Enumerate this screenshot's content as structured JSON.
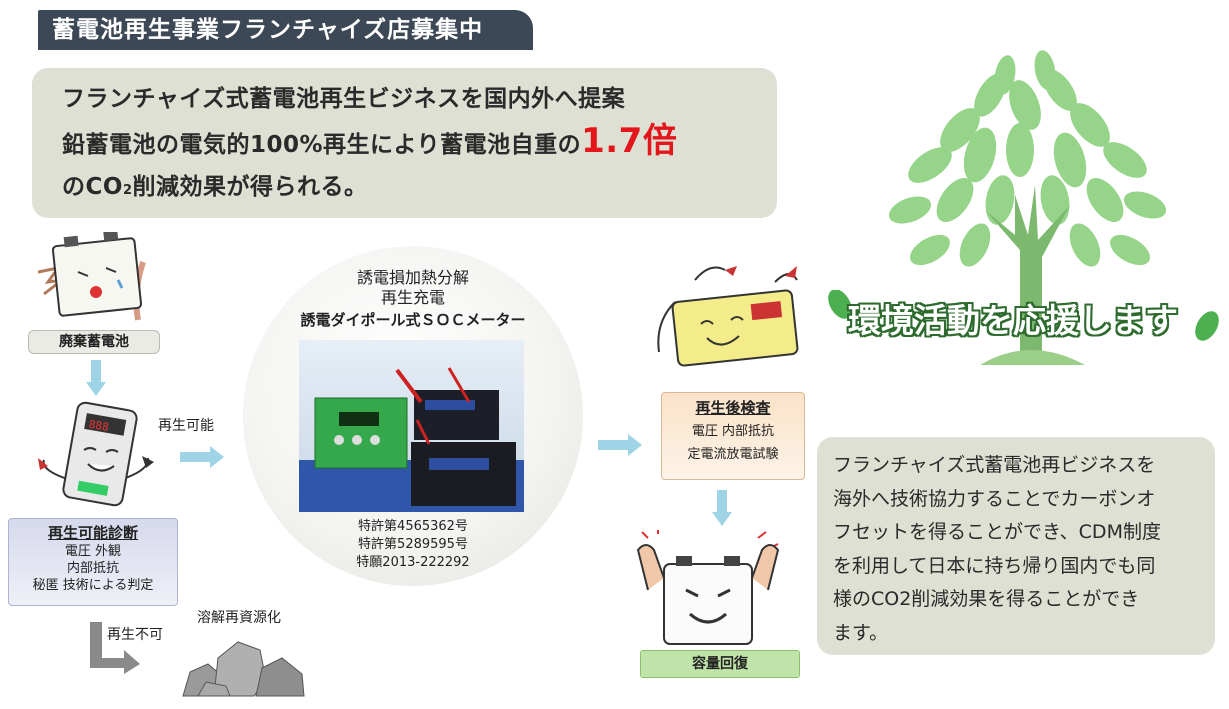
{
  "header": {
    "title": "蓄電池再生事業フランチャイズ店募集中"
  },
  "intro": {
    "line1": "フランチャイズ式蓄電池再生ビジネスを国内外へ提案",
    "line2_prefix": "鉛蓄電池の電気的100%再生により蓄電池自重の",
    "line2_emphasis": "1.7倍",
    "line3_prefix": "のCO",
    "line3_subscript": "2",
    "line3_suffix": "削減効果が得られる。"
  },
  "tree": {
    "banner": "環境活動を応援します"
  },
  "left_flow": {
    "waste_battery": "廃棄蓄電池",
    "regenerable": "再生可能",
    "diagnosis_title": "再生可能診断",
    "diagnosis_items": [
      "電圧 外観",
      "内部抵抗",
      "秘匿 技術による判定"
    ],
    "not_regenerable": "再生不可",
    "melt_label": "溶解再資源化"
  },
  "center": {
    "title1": "誘電損加熱分解",
    "title2": "再生充電",
    "title3": "誘電ダイポール式ＳＯＣメーター",
    "patents": [
      "特許第4565362号",
      "特許第5289595号",
      "特願2013-222292"
    ]
  },
  "right_flow": {
    "inspection_title": "再生後検査",
    "inspection_items": [
      "電圧 内部抵抗",
      "定電流放電試験"
    ],
    "capacity_recovery": "容量回復"
  },
  "right_box": {
    "lines": [
      "フランチャイズ式蓄電池再ビジネスを",
      "海外へ技術協力することでカーボンオ",
      "フセットを得ることができ、CDM制度",
      "を利用して日本に持ち帰り国内でも同",
      "様のCO2削減効果を得ることができ",
      "ます。"
    ]
  },
  "colors": {
    "banner_bg": "#3d4856",
    "box_bg": "#dde0d3",
    "emphasis": "#e4161b",
    "arrow": "#9fd3e6",
    "leaf": "#7cc576"
  },
  "icons": [
    "sad-battery-icon",
    "battery-tester-icon",
    "rock-pile-icon",
    "happy-charger-icon",
    "strong-battery-icon",
    "tree-icon",
    "arrow-icon"
  ]
}
